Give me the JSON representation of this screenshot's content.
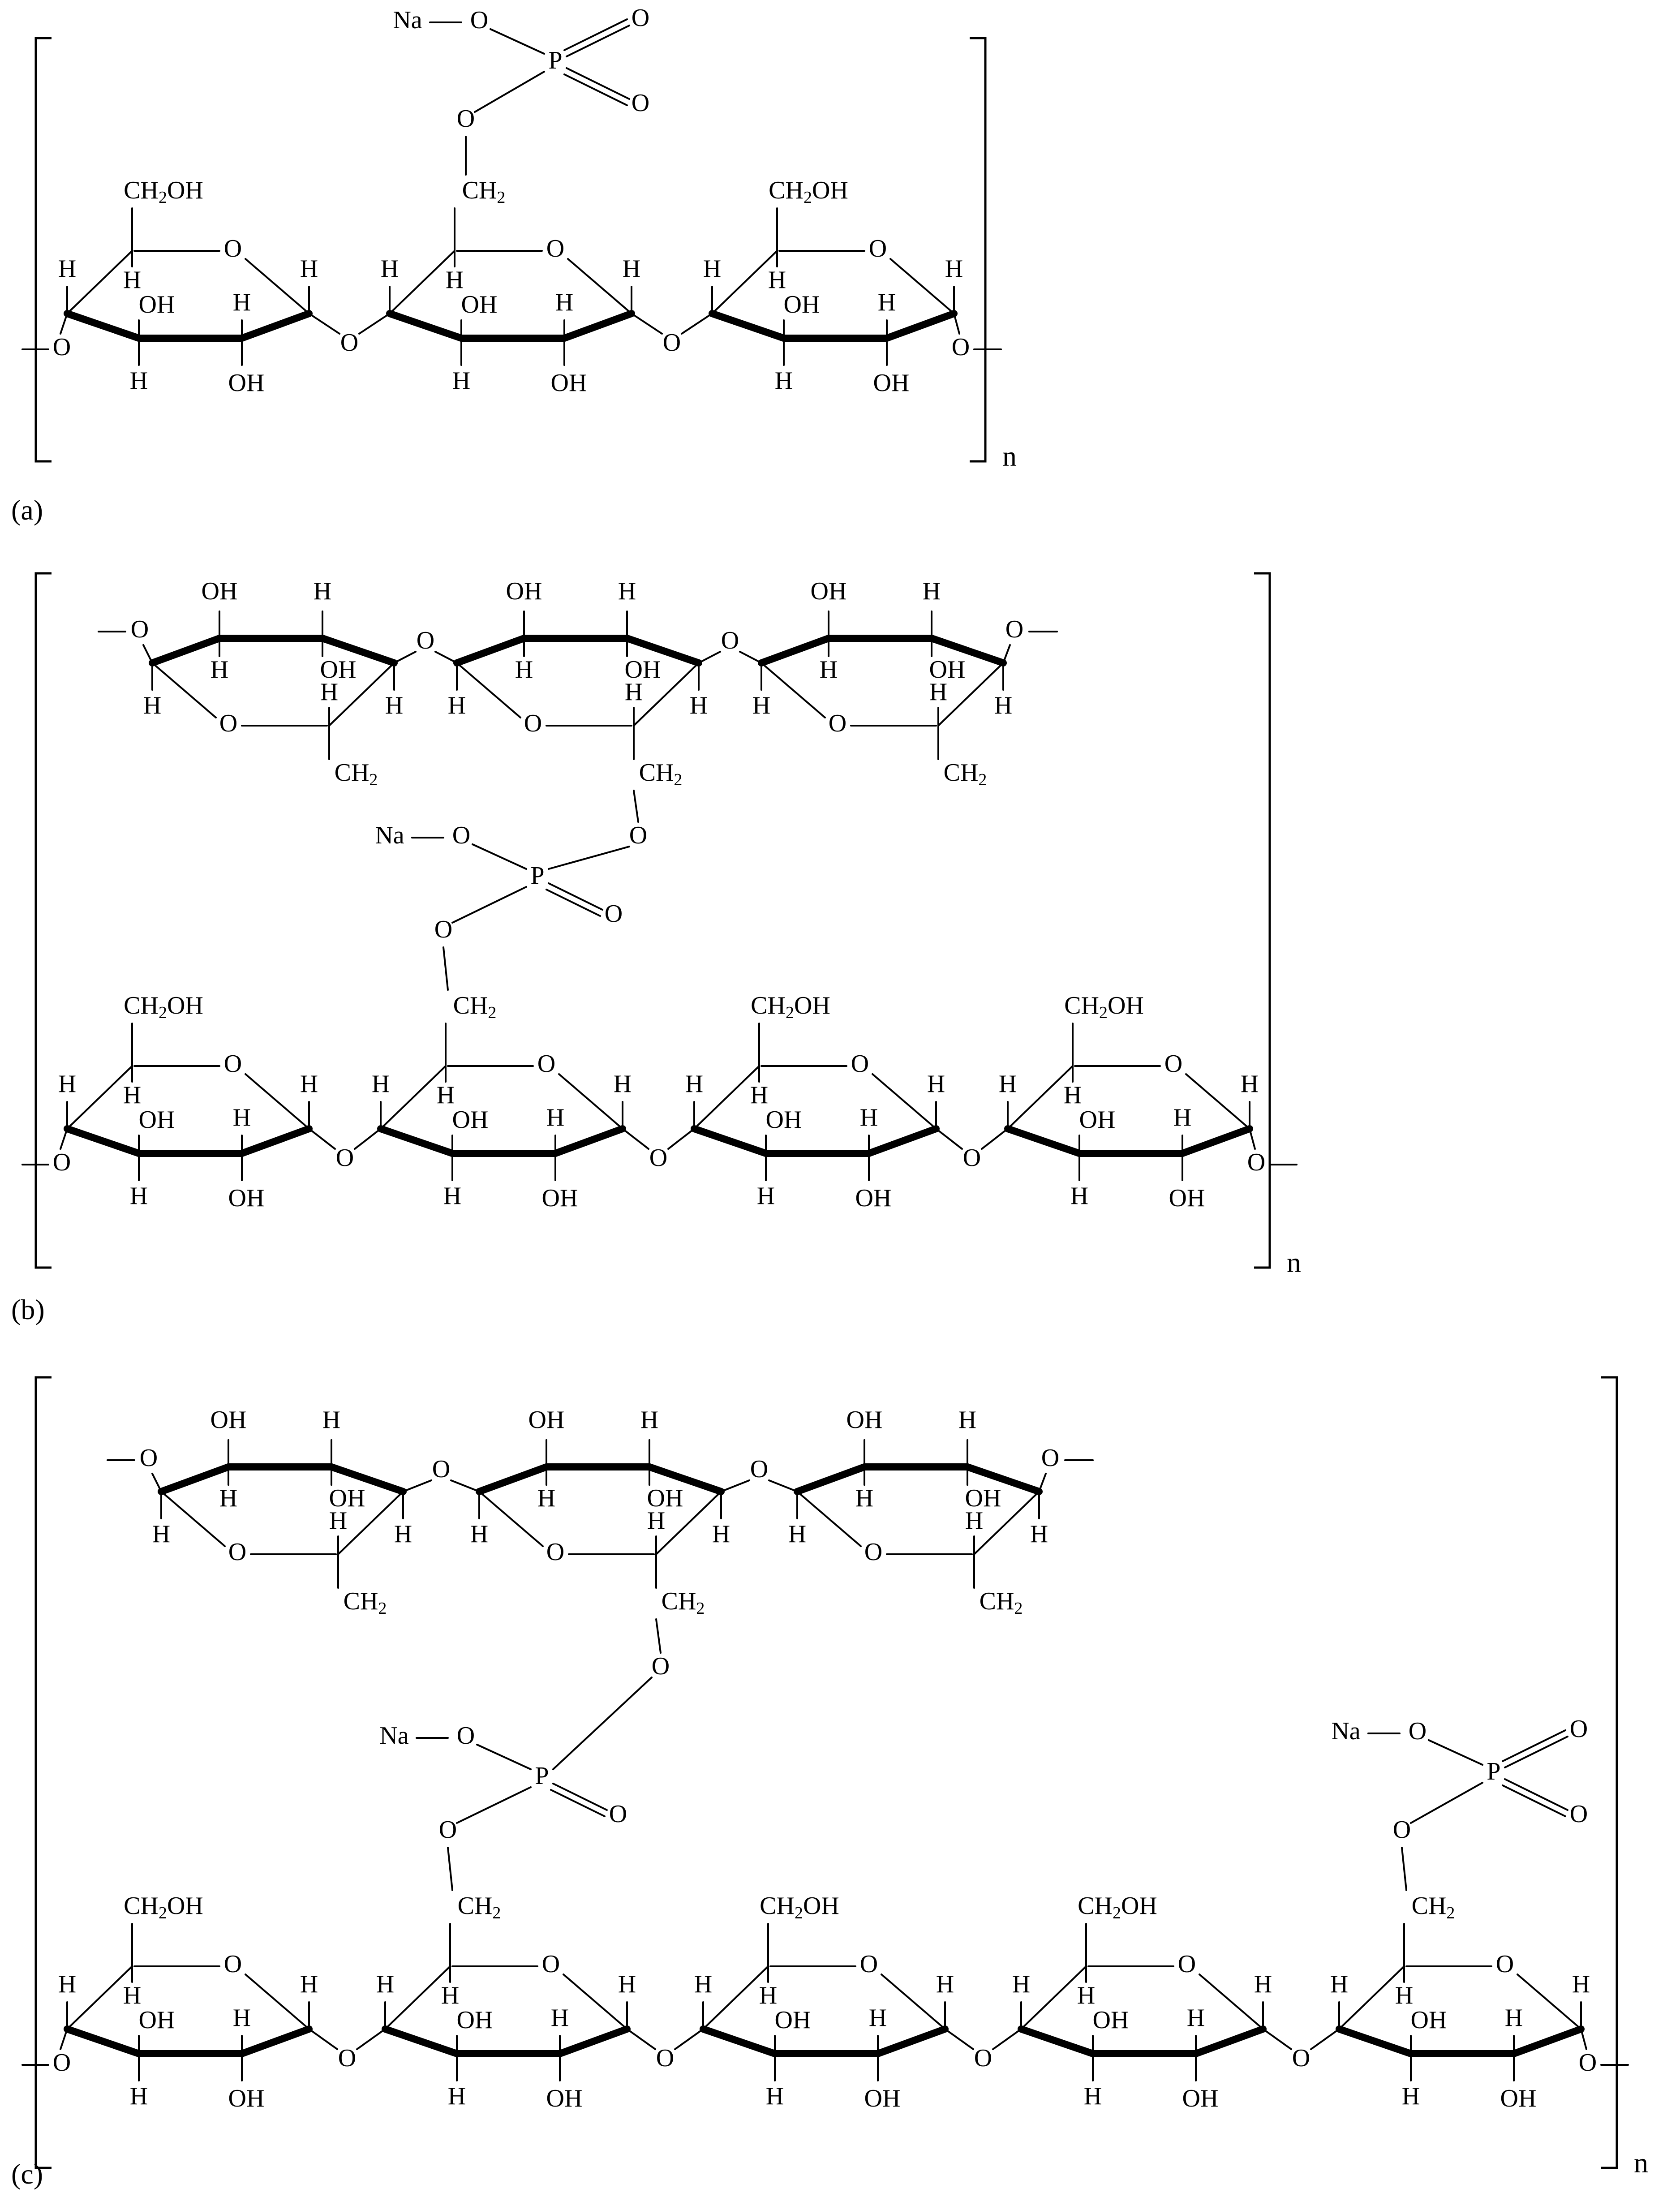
{
  "panels": [
    {
      "id": "a",
      "caption": "(a)",
      "repeat_subscript": "n"
    },
    {
      "id": "b",
      "caption": "(b)",
      "repeat_subscript": "n"
    },
    {
      "id": "c",
      "caption": "(c)",
      "repeat_subscript": "n"
    }
  ],
  "atoms": {
    "sodium": "Na",
    "oxygen": "O",
    "phosphorus": "P",
    "hydrogen": "H",
    "hydroxyl": "OH",
    "methylene": "CH",
    "hydroxymethyl": "CH",
    "hydroxymethyl_tail": "OH",
    "subscript_2": "2"
  }
}
